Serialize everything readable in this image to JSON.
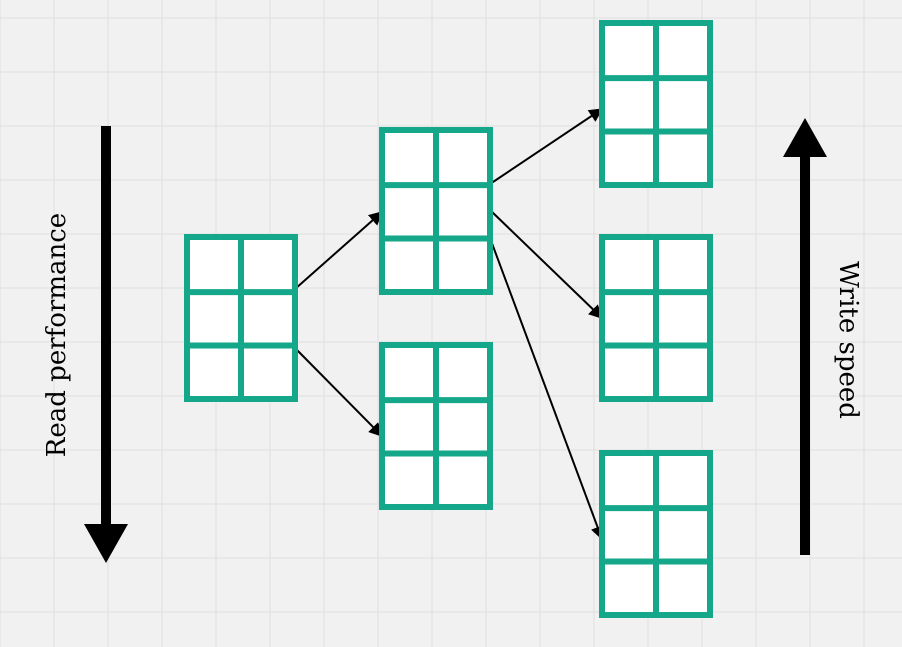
{
  "labels": {
    "left": "Read performance",
    "right": "Write speed"
  },
  "colors": {
    "background": "#f1f1f1",
    "grid": "#e0e0e0",
    "block_stroke": "#14a78a",
    "block_fill": "#ffffff",
    "arrow": "#000000",
    "text": "#000000"
  },
  "blocks": [
    {
      "id": "level0-block",
      "level": 0
    },
    {
      "id": "level1-block-a",
      "level": 1
    },
    {
      "id": "level1-block-b",
      "level": 1
    },
    {
      "id": "level2-block-a",
      "level": 2
    },
    {
      "id": "level2-block-b",
      "level": 2
    },
    {
      "id": "level2-block-c",
      "level": 2
    }
  ],
  "edges": [
    {
      "from": "level0-block",
      "to": "level1-block-a"
    },
    {
      "from": "level0-block",
      "to": "level1-block-b"
    },
    {
      "from": "level1-block-a",
      "to": "level2-block-a"
    },
    {
      "from": "level1-block-a",
      "to": "level2-block-b"
    },
    {
      "from": "level1-block-a",
      "to": "level2-block-c"
    }
  ]
}
